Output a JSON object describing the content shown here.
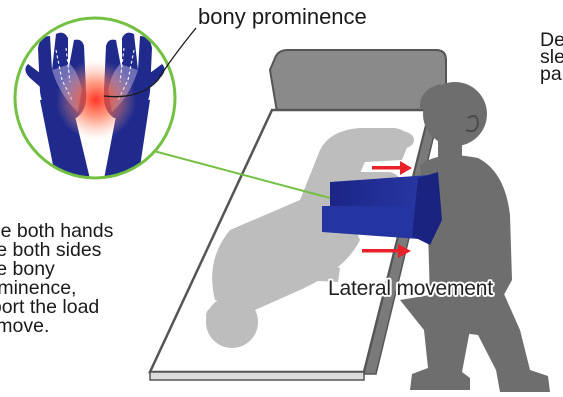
{
  "labels": {
    "bony_prominence": "bony prominence",
    "place_lines": [
      "ace both hands",
      " the both sides",
      "the bony",
      "rominence,",
      "pport the  load",
      "d move."
    ],
    "de_lines": [
      "De",
      "sle",
      "pa"
    ],
    "lateral_movement": "Lateral movement"
  },
  "colors": {
    "bed_frame": "#7a7a7a",
    "mattress": "#ffffff",
    "patient": "#b8b8b8",
    "caregiver": "#6e6e6e",
    "arms": "#1f2a8c",
    "arrow": "#e8222a",
    "callout_line": "#74c043",
    "heat": "#ff3b2f"
  },
  "icons": [
    "hands-closeup-icon",
    "patient-figure-icon",
    "caregiver-figure-icon",
    "arrow-right-icon"
  ]
}
